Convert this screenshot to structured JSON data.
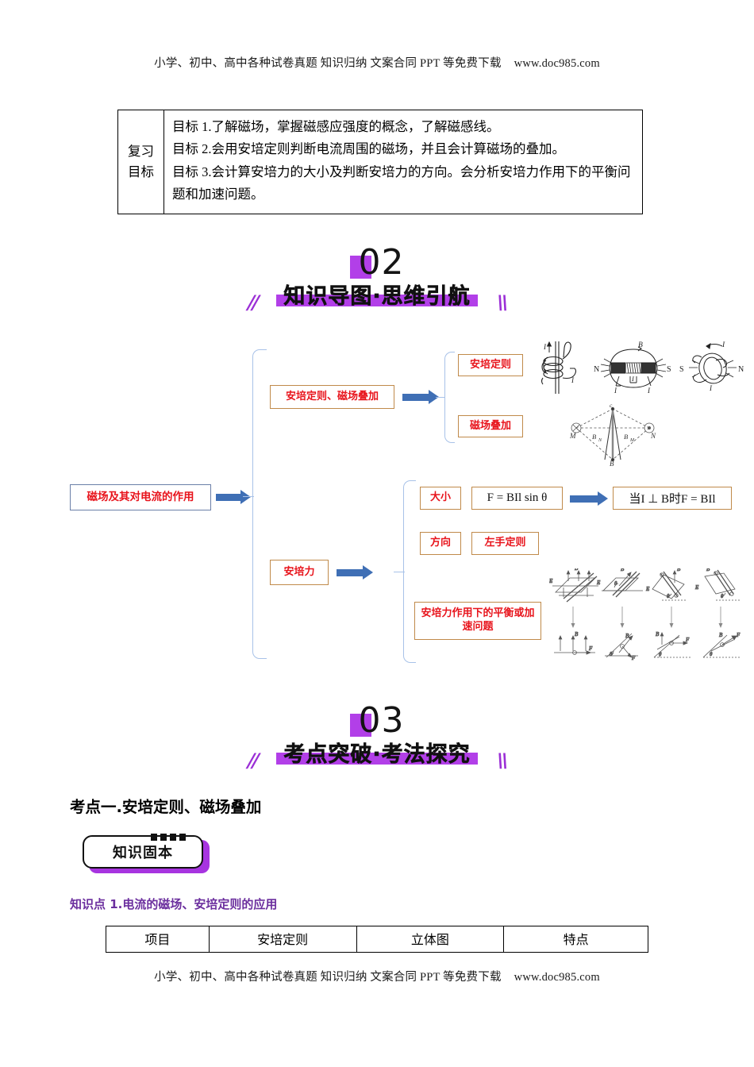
{
  "watermark": {
    "text": "小学、初中、高中各种试卷真题 知识归纳 文案合同 PPT 等免费下载",
    "url": "www.doc985.com"
  },
  "goals_table": {
    "label": "复习\n目标",
    "label_line1": "复习",
    "label_line2": "目标",
    "goals": [
      "目标 1.了解磁场，掌握磁感应强度的概念，了解磁感线。",
      "目标 2.会用安培定则判断电流周围的磁场，并且会计算磁场的叠加。",
      "目标 3.会计算安培力的大小及判断安培力的方向。会分析安培力作用下的平衡问题和加速问题。"
    ]
  },
  "section_02": {
    "number": "02",
    "title": "知识导图·思维引航",
    "slash_left": "//",
    "slash_right": "\\\\"
  },
  "section_03": {
    "number": "03",
    "title": "考点突破·考法探究",
    "slash_left": "//",
    "slash_right": "\\\\"
  },
  "mindmap": {
    "root": "磁场及其对电流的作用",
    "branch_1": "安培定则、磁场叠加",
    "branch_1_children": [
      "安培定则",
      "磁场叠加"
    ],
    "branch_2": "安培力",
    "branch_2_children": [
      "大小",
      "方向",
      "安培力作用下的平衡或加速问题"
    ],
    "formula_main": "F = BIl sin θ",
    "formula_result": "当I ⊥ B时F = BIl",
    "left_hand_rule": "左手定则",
    "colors": {
      "node_text": "#e8141c",
      "node_border": "#c08a4a",
      "root_border": "#6a7fa8",
      "arrow": "#3f6fb5",
      "bracket": "#a8c2e8"
    },
    "figure_labels": {
      "straight_wire": [
        "I",
        "I"
      ],
      "solenoid": [
        "N",
        "S",
        "B",
        "I",
        "I"
      ],
      "loop": [
        "S",
        "N",
        "I",
        "I"
      ],
      "superposition": [
        "M",
        "N",
        "c",
        "B",
        "B_N",
        "B_M"
      ]
    }
  },
  "kaodian": {
    "heading": "考点一.安培定则、磁场叠加",
    "badge": "知识固本",
    "zhishidian": "知识点 1.电流的磁场、安培定则的应用"
  },
  "bottom_table": {
    "headers": [
      "项目",
      "安培定则",
      "立体图",
      "特点"
    ]
  }
}
